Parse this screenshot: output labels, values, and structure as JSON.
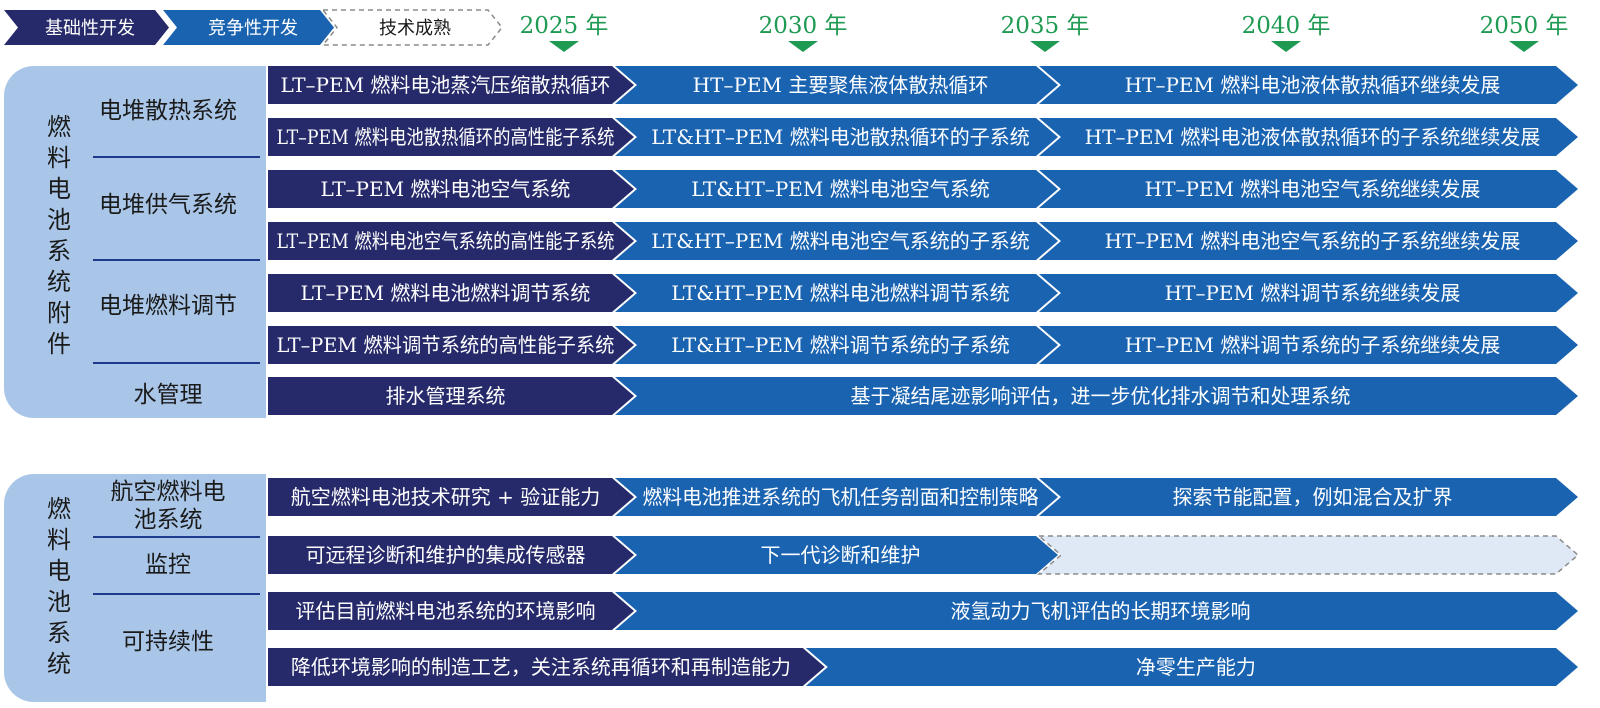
{
  "legend": [
    {
      "label": "基础性开发",
      "style": "dark"
    },
    {
      "label": "竞争性开发",
      "style": "mid"
    },
    {
      "label": "技术成熟",
      "style": "outline"
    }
  ],
  "timeline": [
    "2025 年",
    "2030 年",
    "2035 年",
    "2040 年",
    "2050 年"
  ],
  "colors": {
    "dark": "#262a6a",
    "mid": "#1a63b0",
    "light": "#dfe8f5",
    "panel": "#a9c6e8",
    "green": "#1e9a52"
  },
  "groups": [
    {
      "title": "燃料电池系统附件",
      "categories": [
        "电堆散热系统",
        "电堆供气系统",
        "电堆燃料调节",
        "水管理"
      ],
      "rows": [
        {
          "segments": [
            {
              "text": "LT–PEM 燃料电池蒸汽压缩散热循环",
              "style": "dark",
              "start": 0,
              "end": 1
            },
            {
              "text": "HT–PEM 主要聚焦液体散热循环",
              "style": "mid",
              "start": 1,
              "end": 2
            },
            {
              "text": "HT–PEM 燃料电池液体散热循环继续发展",
              "style": "mid",
              "start": 2,
              "end": 4
            }
          ]
        },
        {
          "segments": [
            {
              "text": "LT–PEM 燃料电池散热循环的高性能子系统",
              "style": "dark",
              "start": 0,
              "end": 1
            },
            {
              "text": "LT&HT–PEM 燃料电池散热循环的子系统",
              "style": "mid",
              "start": 1,
              "end": 2
            },
            {
              "text": "HT–PEM 燃料电池液体散热循环的子系统继续发展",
              "style": "mid",
              "start": 2,
              "end": 4
            }
          ]
        },
        {
          "segments": [
            {
              "text": "LT–PEM 燃料电池空气系统",
              "style": "dark",
              "start": 0,
              "end": 1
            },
            {
              "text": "LT&HT–PEM 燃料电池空气系统",
              "style": "mid",
              "start": 1,
              "end": 2
            },
            {
              "text": "HT–PEM 燃料电池空气系统继续发展",
              "style": "mid",
              "start": 2,
              "end": 4
            }
          ]
        },
        {
          "segments": [
            {
              "text": "LT–PEM 燃料电池空气系统的高性能子系统",
              "style": "dark",
              "start": 0,
              "end": 1
            },
            {
              "text": "LT&HT–PEM 燃料电池空气系统的子系统",
              "style": "mid",
              "start": 1,
              "end": 2
            },
            {
              "text": "HT–PEM 燃料电池空气系统的子系统继续发展",
              "style": "mid",
              "start": 2,
              "end": 4
            }
          ]
        },
        {
          "segments": [
            {
              "text": "LT–PEM 燃料电池燃料调节系统",
              "style": "dark",
              "start": 0,
              "end": 1
            },
            {
              "text": "LT&HT–PEM 燃料电池燃料调节系统",
              "style": "mid",
              "start": 1,
              "end": 2
            },
            {
              "text": "HT–PEM 燃料调节系统继续发展",
              "style": "mid",
              "start": 2,
              "end": 4
            }
          ]
        },
        {
          "segments": [
            {
              "text": "LT–PEM 燃料调节系统的高性能子系统",
              "style": "dark",
              "start": 0,
              "end": 1
            },
            {
              "text": "LT&HT–PEM 燃料调节系统的子系统",
              "style": "mid",
              "start": 1,
              "end": 2
            },
            {
              "text": "HT–PEM 燃料调节系统的子系统继续发展",
              "style": "mid",
              "start": 2,
              "end": 4
            }
          ]
        },
        {
          "segments": [
            {
              "text": "排水管理系统",
              "style": "dark",
              "start": 0,
              "end": 1
            },
            {
              "text": "基于凝结尾迹影响评估，进一步优化排水调节和处理系统",
              "style": "mid",
              "start": 1,
              "end": 4
            }
          ]
        }
      ]
    },
    {
      "title": "燃料电池系统",
      "categories": [
        "航空燃料电池系统",
        "监控",
        "可持续性"
      ],
      "rows": [
        {
          "segments": [
            {
              "text": "航空燃料电池技术研究 + 验证能力",
              "style": "dark",
              "start": 0,
              "end": 1
            },
            {
              "text": "燃料电池推进系统的飞机任务剖面和控制策略",
              "style": "mid",
              "start": 1,
              "end": 2
            },
            {
              "text": "探索节能配置，例如混合及扩界",
              "style": "mid",
              "start": 2,
              "end": 4
            }
          ]
        },
        {
          "segments": [
            {
              "text": "可远程诊断和维护的集成传感器",
              "style": "dark",
              "start": 0,
              "end": 1
            },
            {
              "text": "下一代诊断和维护",
              "style": "mid",
              "start": 1,
              "end": 2
            },
            {
              "text": "",
              "style": "outline",
              "start": 2,
              "end": 4
            }
          ]
        },
        {
          "segments": [
            {
              "text": "评估目前燃料电池系统的环境影响",
              "style": "dark",
              "start": 0,
              "end": 1
            },
            {
              "text": "液氢动力飞机评估的长期环境影响",
              "style": "mid",
              "start": 1,
              "end": 4
            }
          ]
        },
        {
          "segments": [
            {
              "text": "降低环境影响的制造工艺，关注系统再循环和再制造能力",
              "style": "dark",
              "start": 0,
              "end": 1.45
            },
            {
              "text": "净零生产能力",
              "style": "mid",
              "start": 1.45,
              "end": 4
            }
          ]
        }
      ]
    }
  ]
}
